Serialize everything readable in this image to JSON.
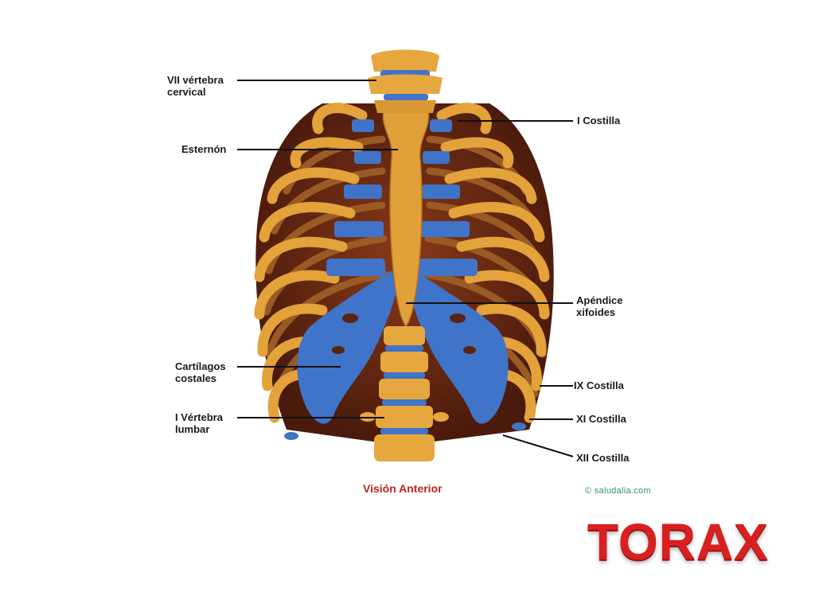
{
  "labels": [
    {
      "id": "vii-vertebra-cervical",
      "lines": [
        "VII vértebra",
        "cervical"
      ]
    },
    {
      "id": "esternon",
      "lines": [
        "Esternón"
      ]
    },
    {
      "id": "cartilagos-costales",
      "lines": [
        "Cartílagos",
        "costales"
      ]
    },
    {
      "id": "i-vertebra-lumbar",
      "lines": [
        "I Vértebra",
        "lumbar"
      ]
    },
    {
      "id": "i-costilla",
      "lines": [
        "I Costilla"
      ]
    },
    {
      "id": "apendice-xifoides",
      "lines": [
        "Apéndice",
        "xifoides"
      ]
    },
    {
      "id": "ix-costilla",
      "lines": [
        "IX Costilla"
      ]
    },
    {
      "id": "xi-costilla",
      "lines": [
        "XI Costilla"
      ]
    },
    {
      "id": "xii-costilla",
      "lines": [
        "XII Costilla"
      ]
    }
  ],
  "caption": "Visión Anterior",
  "credit": "© saludalia.com",
  "title": "TORAX",
  "colors": {
    "bone": "#e3a23a",
    "bone_dark": "#b87420",
    "cartilage": "#3f74c8",
    "cavity": "#6b2a14",
    "title": "#d91f1f",
    "caption": "#c0241f"
  }
}
